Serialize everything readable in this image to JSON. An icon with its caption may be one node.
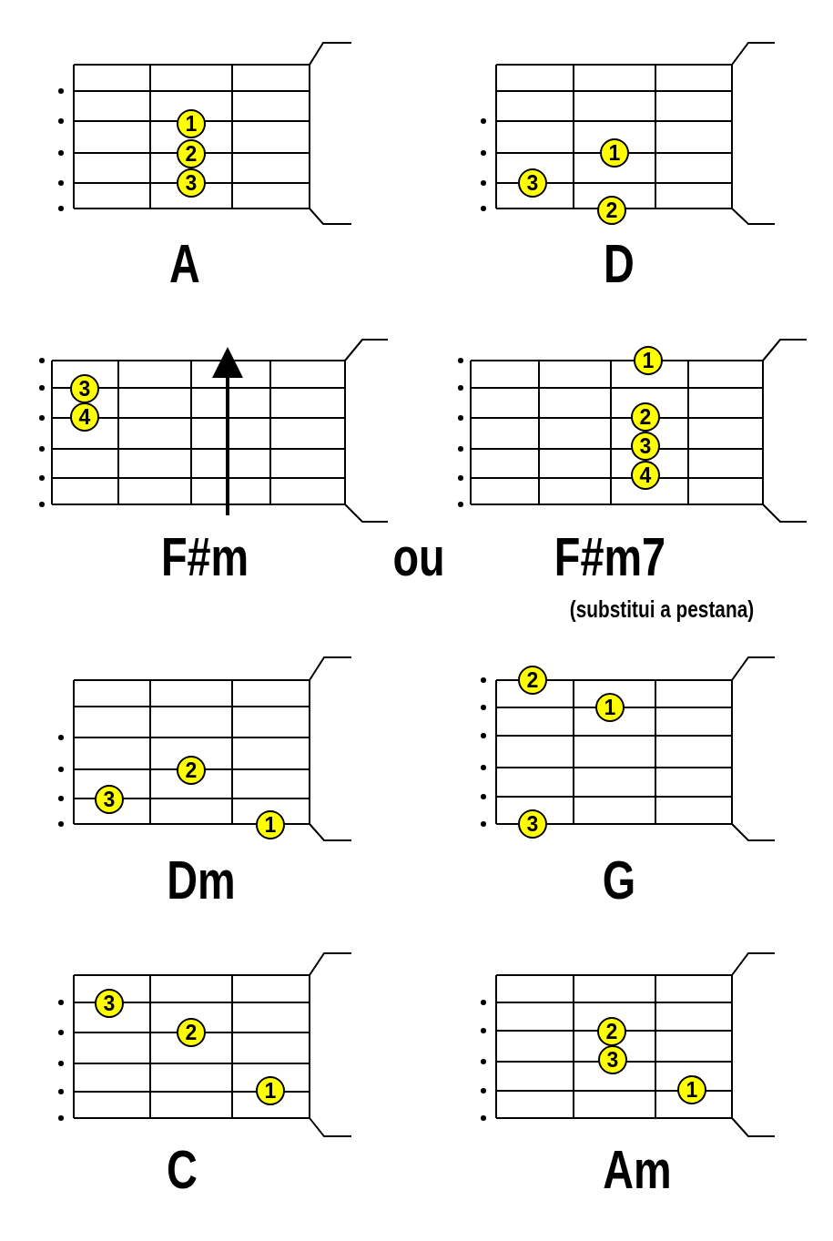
{
  "diagram": {
    "nodes": [
      {
        "text": [
          "A"
        ]
      },
      {
        "text": [
          "1"
        ],
        "in": 0
      },
      {
        "text": [
          "2"
        ],
        "in": 0
      },
      {
        "text": [
          "3"
        ],
        "in": 0
      },
      {
        "text": [
          "D"
        ]
      },
      {
        "text": [
          "1"
        ],
        "in": 4
      },
      {
        "text": [
          "3"
        ],
        "in": 4
      },
      {
        "text": [
          "2"
        ],
        "in": 4
      },
      {
        "text": [
          "F#m"
        ]
      },
      {
        "text": [
          "3"
        ],
        "in": 8
      },
      {
        "text": [
          "4"
        ],
        "in": 8
      },
      {
        "text": [
          "F#m7"
        ],
        "beside": [
          "(substitui a pestana)"
        ]
      },
      {
        "text": [
          "1"
        ],
        "in": 11
      },
      {
        "text": [
          "2"
        ],
        "in": 11
      },
      {
        "text": [
          "3"
        ],
        "in": 11
      },
      {
        "text": [
          "4"
        ],
        "in": 11
      },
      {
        "text": [
          "Dm"
        ]
      },
      {
        "text": [
          "2"
        ],
        "in": 16
      },
      {
        "text": [
          "3"
        ],
        "in": 16
      },
      {
        "text": [
          "1"
        ],
        "in": 16
      },
      {
        "text": [
          "G"
        ]
      },
      {
        "text": [
          "2"
        ],
        "in": 20
      },
      {
        "text": [
          "1"
        ],
        "in": 20
      },
      {
        "text": [
          "3"
        ],
        "in": 20
      },
      {
        "text": [
          "C"
        ]
      },
      {
        "text": [
          "3"
        ],
        "in": 24
      },
      {
        "text": [
          "2"
        ],
        "in": 24
      },
      {
        "text": [
          "1"
        ],
        "in": 24
      },
      {
        "text": [
          "Am"
        ]
      },
      {
        "text": [
          "2"
        ],
        "in": 28
      },
      {
        "text": [
          "3"
        ],
        "in": 28
      },
      {
        "text": [
          "1"
        ],
        "in": 28
      }
    ],
    "labels": [
      "ou"
    ]
  }
}
